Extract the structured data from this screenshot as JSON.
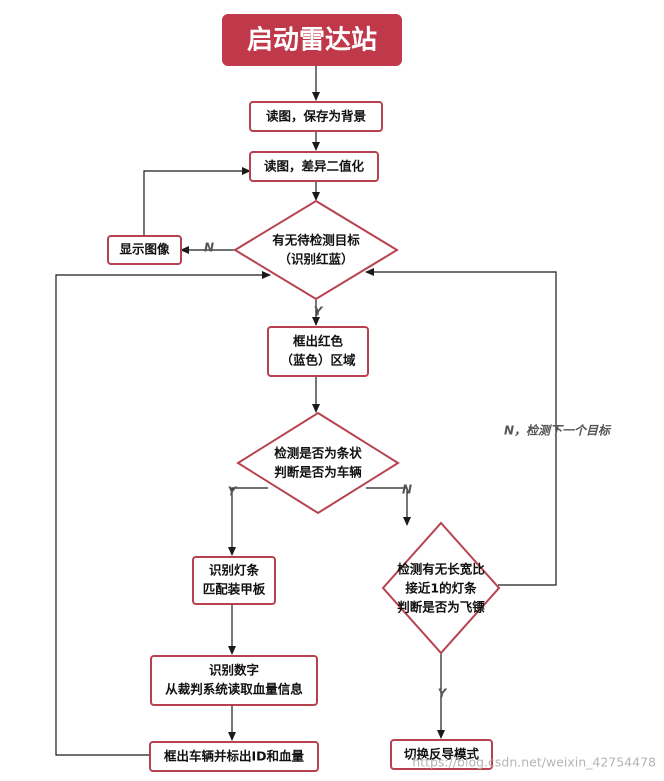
{
  "start": {
    "label": "启动雷达站"
  },
  "nodes": {
    "read_bg": "读图，保存为背景",
    "read_diff": "读图，差异二值化",
    "has_target": [
      "有无待检测目标",
      "（识别红蓝）"
    ],
    "show_image": "显示图像",
    "frame_region": [
      "框出红色",
      "（蓝色）区域"
    ],
    "is_strip": [
      "检测是否为条状",
      "判断是否为车辆"
    ],
    "match_armor": [
      "识别灯条",
      "匹配装甲板"
    ],
    "recognize_number": [
      "识别数字",
      "从裁判系统读取血量信息"
    ],
    "frame_vehicle": "框出车辆并标出ID和血量",
    "check_ratio": [
      "检测有无长宽比",
      "接近1的灯条",
      "判断是否为飞镖"
    ],
    "switch_mode": "切换反导模式"
  },
  "edge_labels": {
    "no_target": "N",
    "yes_target": "Y",
    "strip_yes": "Y",
    "strip_no": "N",
    "dart_no": "N，检测下一个目标",
    "dart_yes": "Y"
  },
  "watermark": "https://blog.csdn.net/weixin_42754478",
  "colors": {
    "accent": "#c0394b",
    "stroke": "#b8414f",
    "line": "#1a1a1a"
  }
}
